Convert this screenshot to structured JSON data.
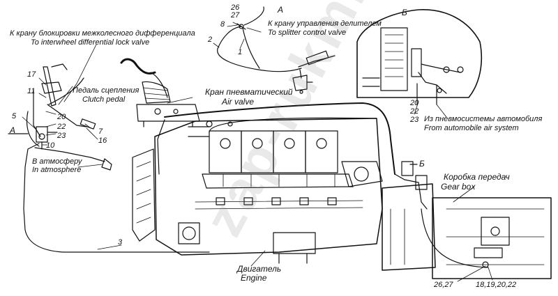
{
  "labels": {
    "view_a_top": "А",
    "view_a_side": "А",
    "view_b_title": "Б",
    "view_b_marker": "Б",
    "differential_ru": "К крану блокировки межколесного дифференциала",
    "differential_en": "To interwheel differential lock valve",
    "splitter_ru": "К крану управления делителем",
    "splitter_en": "To splitter control valve",
    "clutch_ru": "Педаль сцепления",
    "clutch_en": "Clutch pedal",
    "air_valve_ru": "Кран пневматический",
    "air_valve_en": "Air valve",
    "air_system_ru": "Из пневмосистемы автомобиля",
    "air_system_en": "From automobile air system",
    "atmosphere_ru": "В атмосферу",
    "atmosphere_en": "In atmosphere",
    "gearbox_ru": "Коробка передач",
    "gearbox_en": "Gear box",
    "engine_ru": "Двигатель",
    "engine_en": "Engine"
  },
  "callouts": {
    "c26": "26",
    "c27": "27",
    "c8": "8",
    "c2": "2",
    "c1": "1",
    "c17": "17",
    "c11": "11",
    "c20a": "20",
    "c22a": "22",
    "c23a": "23",
    "c5": "5",
    "c10": "10",
    "c7": "7",
    "c16": "16",
    "c20b": "20",
    "c22b": "22",
    "c23b": "23",
    "c3": "3",
    "c2627": "26,27",
    "c18192022": "18,19,20,22"
  },
  "watermark": "zap-rukm.ru",
  "colors": {
    "ink": "#111111",
    "background": "#ffffff"
  }
}
